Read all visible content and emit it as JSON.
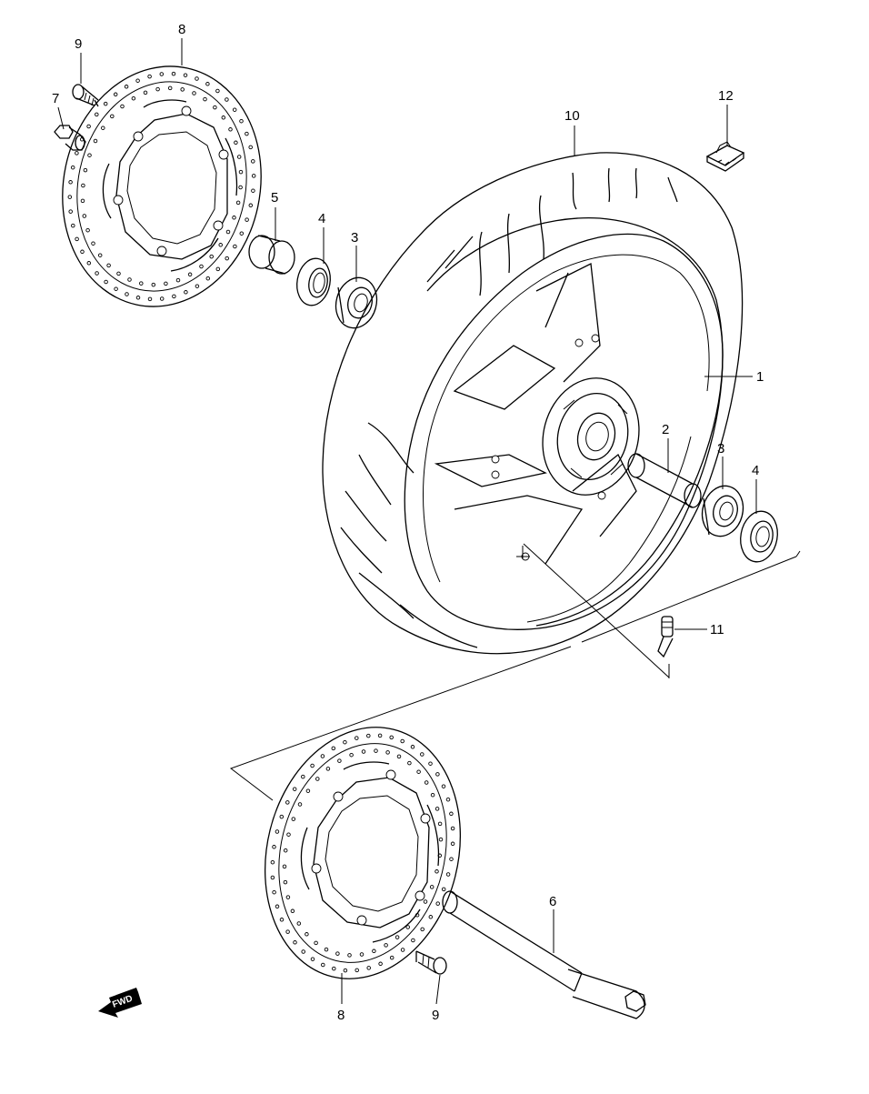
{
  "callouts": {
    "c1": "1",
    "c2": "2",
    "c3a": "3",
    "c3b": "3",
    "c4a": "4",
    "c4b": "4",
    "c5": "5",
    "c6": "6",
    "c7": "7",
    "c8a": "8",
    "c8b": "8",
    "c9a": "9",
    "c9b": "9",
    "c10": "10",
    "c11": "11",
    "c12": "12"
  },
  "direction_badge": "FWD"
}
